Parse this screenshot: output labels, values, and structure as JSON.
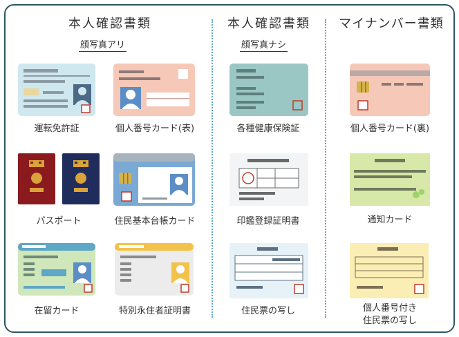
{
  "sections": {
    "identity_with_photo": {
      "title": "本人確認書類",
      "subtitle": "顔写真アリ"
    },
    "identity_no_photo": {
      "title": "本人確認書類",
      "subtitle": "顔写真ナシ"
    },
    "mynumber": {
      "title": "マイナンバー書類"
    }
  },
  "documents": {
    "drivers_license": "運転免許証",
    "mynumber_card_front": "個人番号カード(表)",
    "passport": "パスポート",
    "juki_card": "住民基本台帳カード",
    "residence_card": "在留カード",
    "special_permanent": "特別永住者証明書",
    "health_insurance": "各種健康保険証",
    "seal_certificate": "印鑑登録証明書",
    "resident_record": "住民票の写し",
    "mynumber_card_back": "個人番号カード(裏)",
    "notification_card": "通知カード",
    "resident_record_with_number_l1": "個人番号付き",
    "resident_record_with_number_l2": "住民票の写し"
  },
  "colors": {
    "frame": "#2d5561",
    "divider": "#5fa7c6",
    "license_card": "#cfe7ef",
    "mynumber_card": "#f6c8b8",
    "passport_red": "#8b1a1e",
    "passport_blue": "#1f2c5c",
    "juki_card": "#7aa9d4",
    "residence_card": "#cfe7ba",
    "special_card": "#f7dd8e",
    "health_card": "#9ac7c4",
    "notification_card": "#d8e8a8",
    "resident_record_with_number": "#fbeeb4",
    "no_photo_bg": "#e7f2f8"
  }
}
